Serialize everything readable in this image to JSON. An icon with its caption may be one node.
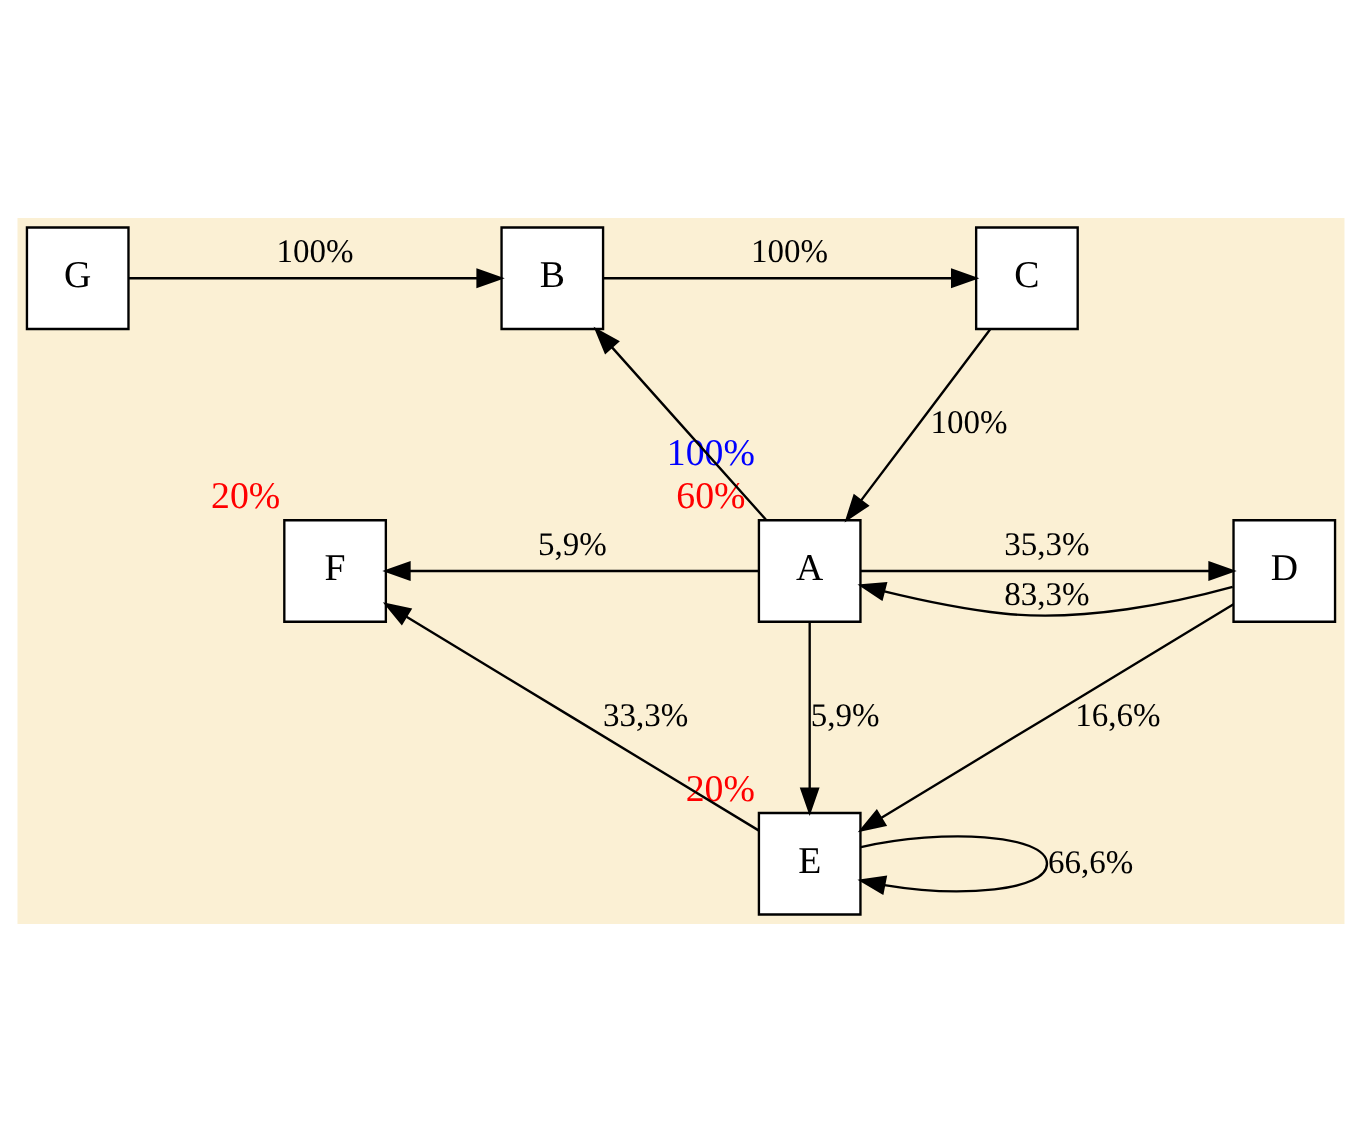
{
  "diagram": {
    "nodes": [
      {
        "text": [
          "G"
        ]
      },
      {
        "text": [
          "B"
        ]
      },
      {
        "text": [
          "C"
        ]
      },
      {
        "text": [
          "F"
        ],
        "beside": [
          "20%"
        ]
      },
      {
        "text": [
          "A"
        ],
        "beside": [
          "100%",
          "60%"
        ]
      },
      {
        "text": [
          "D"
        ]
      },
      {
        "text": [
          "E"
        ],
        "beside": [
          "20%"
        ]
      }
    ],
    "edges": [
      {
        "from": 0,
        "to": 1,
        "arrow": "to",
        "label": "100%"
      },
      {
        "from": 1,
        "to": 2,
        "arrow": "to",
        "label": "100%"
      },
      {
        "from": 2,
        "to": 4,
        "arrow": "to",
        "label": "100%"
      },
      {
        "from": 4,
        "to": 1,
        "arrow": "to"
      },
      {
        "from": 4,
        "to": 3,
        "arrow": "to",
        "label": "5,9%"
      },
      {
        "from": 4,
        "to": 5,
        "arrow": "to",
        "label": "35,3%"
      },
      {
        "from": 5,
        "to": 4,
        "arrow": "to",
        "label": "83,3%"
      },
      {
        "from": 4,
        "to": 6,
        "arrow": "to",
        "label": "5,9%"
      },
      {
        "from": 5,
        "to": 6,
        "arrow": "to",
        "label": "16,6%"
      },
      {
        "from": 6,
        "to": 3,
        "arrow": "to",
        "label": "33,3%"
      },
      {
        "from": 6,
        "to": 6,
        "arrow": "to",
        "label": "66,6%"
      }
    ]
  }
}
